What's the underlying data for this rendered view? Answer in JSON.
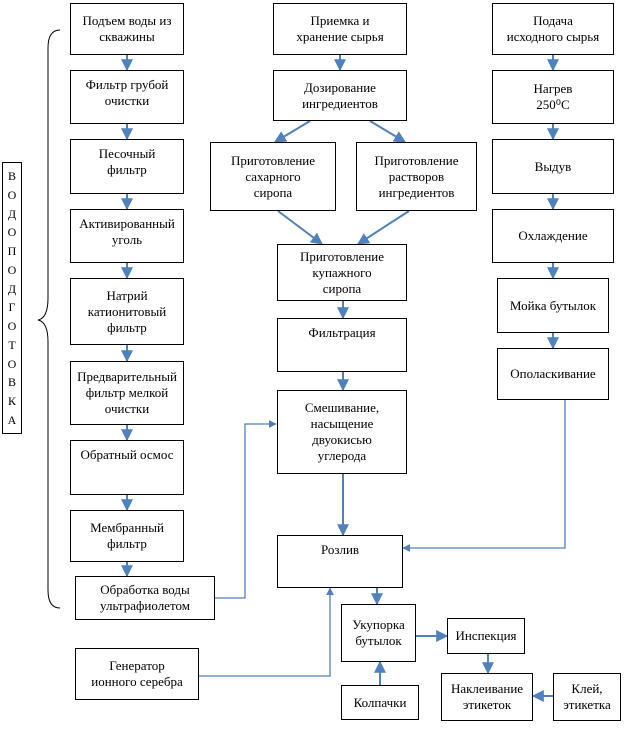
{
  "boxes": {
    "water_lift": "Подъем воды из\nскважины",
    "coarse_filter": "Фильтр грубой\nочистки",
    "sand_filter": "Песочный\nфильтр",
    "activated_carbon": "Активированный\nуголь",
    "sodium_cation_filter": "Натрий\nкатионитовый\nфильтр",
    "prefilter_fine": "Предварительный\nфильтр мелкой\nочистки",
    "reverse_osmosis": "Обратный осмос",
    "membrane_filter": "Мембранный\nфильтр",
    "uv_treatment": "Обработка воды\nультрафиолетом",
    "silver_ion_generator": "Генератор\nионного серебра",
    "raw_material_receiving": "Приемка и\nхранение сырья",
    "ingredient_dosing": "Дозирование\nингредиентов",
    "sugar_syrup_prep": "Приготовление\nсахарного\nсиропа",
    "ingredient_solutions_prep": "Приготовление\nрастворов\nингредиентов",
    "blend_syrup_prep": "Приготовление\nкупажного\nсиропа",
    "filtration": "Фильтрация",
    "mixing_carbonation": "Смешивание,\nнасыщение\nдвуокисью\nуглерода",
    "bottling": "Розлив",
    "capping": "Укупорка\nбутылок",
    "caps": "Колпачки",
    "inspection": "Инспекция",
    "labeling": "Наклеивание\nэтикеток",
    "glue_label": "Клей,\nэтикетка",
    "preform_supply": "Подача\nисходного сырья",
    "heating": "Нагрев\n250⁰С",
    "blowing": "Выдув",
    "cooling": "Охлаждение",
    "bottle_washing": "Мойка бутылок",
    "rinsing": "Ополаскивание"
  },
  "side_label": [
    "В",
    "О",
    "Д",
    "О",
    "П",
    "О",
    "Д",
    "Г",
    "О",
    "Т",
    "О",
    "В",
    "К",
    "А"
  ],
  "colors": {
    "arrow": "#4f81bd",
    "border": "#000000",
    "brace": "#000000"
  }
}
